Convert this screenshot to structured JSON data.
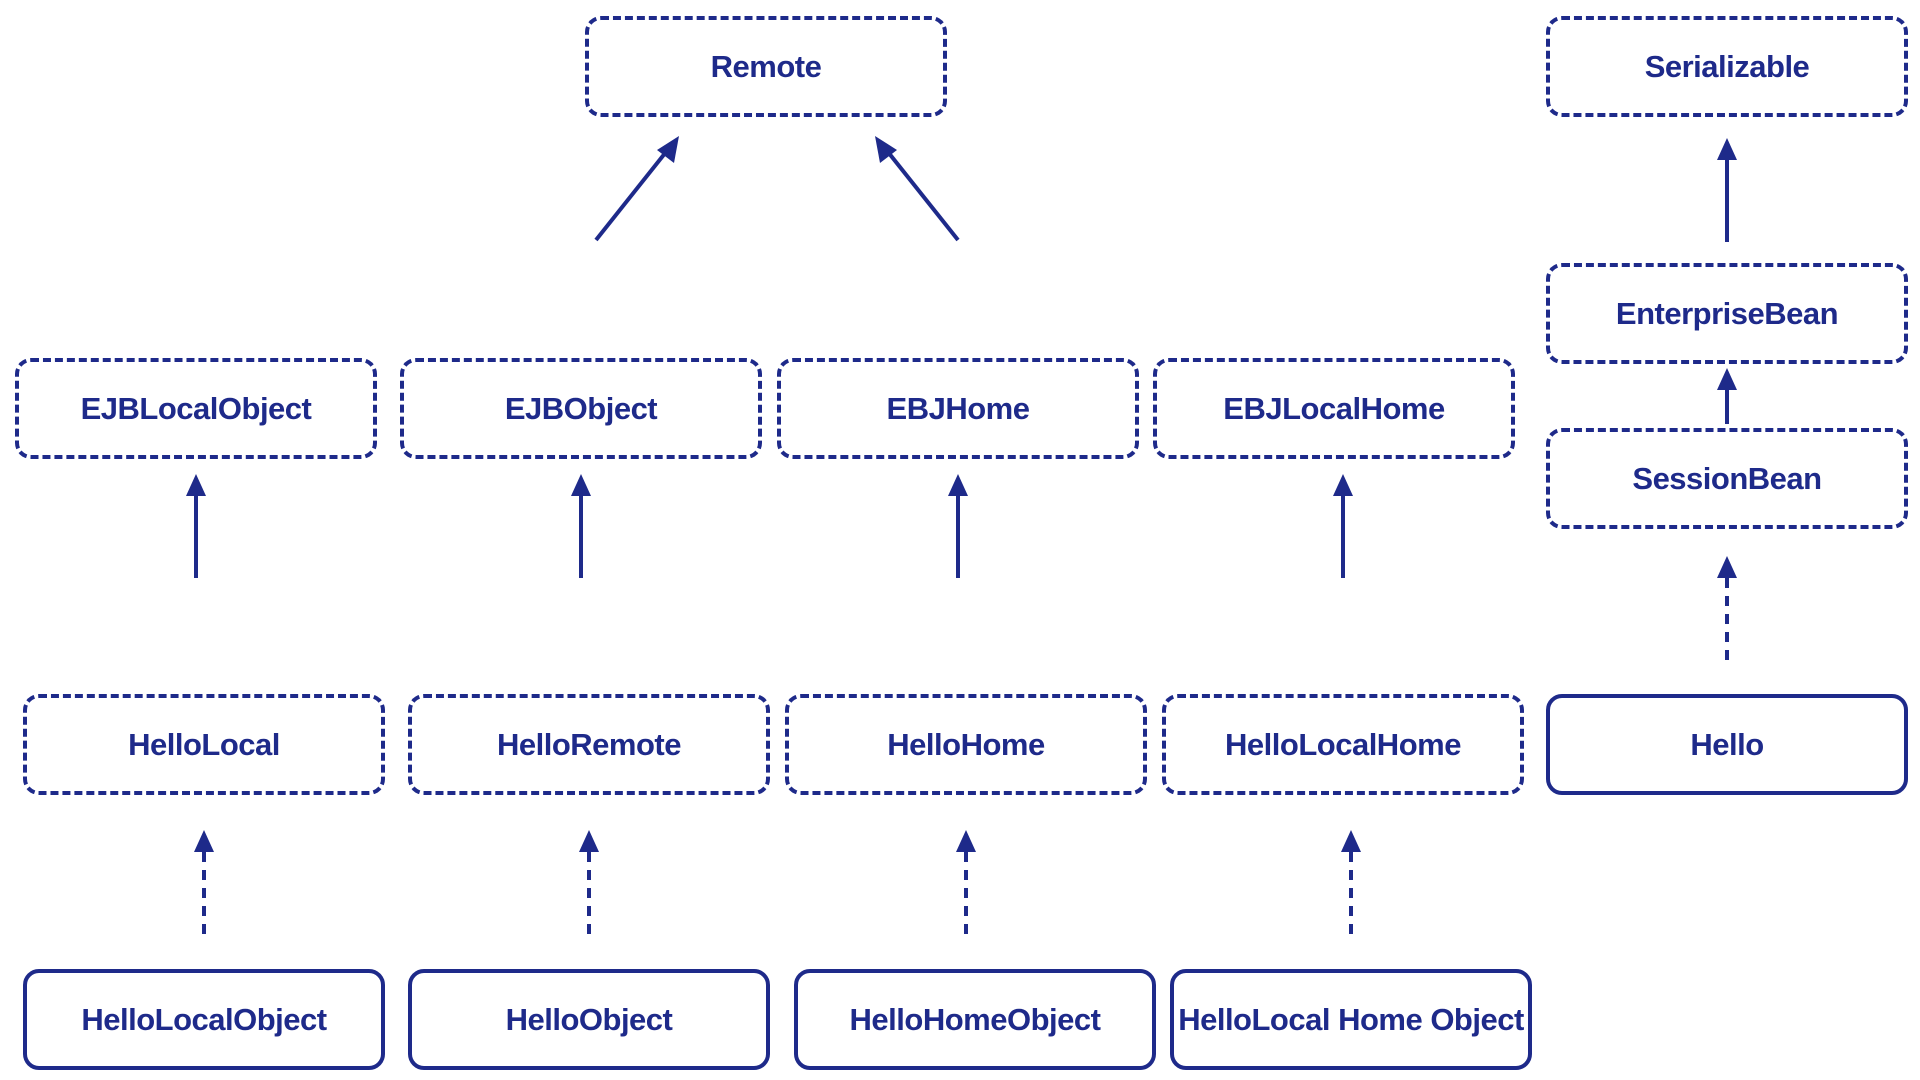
{
  "colors": {
    "line": "#1e2a8a",
    "text": "#1e2a8a",
    "background": "#ffffff"
  },
  "nodes": {
    "remote": "Remote",
    "serializable": "Serializable",
    "enterprise_bean": "EnterpriseBean",
    "session_bean": "SessionBean",
    "ejb_local_object": "EJBLocalObject",
    "ejb_object": "EJBObject",
    "ebj_home": "EBJHome",
    "ebj_local_home": "EBJLocalHome",
    "hello_local": "HelloLocal",
    "hello_remote": "HelloRemote",
    "hello_home": "HelloHome",
    "hello_local_home": "HelloLocalHome",
    "hello": "Hello",
    "hello_local_object": "HelloLocalObject",
    "hello_object": "HelloObject",
    "hello_home_object": "HelloHomeObject",
    "hello_local_home_object": "HelloLocal Home Object"
  },
  "edges": [
    {
      "from": "ejb_object",
      "to": "remote",
      "style": "solid"
    },
    {
      "from": "ebj_home",
      "to": "remote",
      "style": "solid"
    },
    {
      "from": "enterprise_bean",
      "to": "serializable",
      "style": "solid"
    },
    {
      "from": "session_bean",
      "to": "enterprise_bean",
      "style": "solid"
    },
    {
      "from": "hello",
      "to": "session_bean",
      "style": "dashed"
    },
    {
      "from": "hello_local",
      "to": "ejb_local_object",
      "style": "solid"
    },
    {
      "from": "hello_remote",
      "to": "ejb_object",
      "style": "solid"
    },
    {
      "from": "hello_home",
      "to": "ebj_home",
      "style": "solid"
    },
    {
      "from": "hello_local_home",
      "to": "ebj_local_home",
      "style": "solid"
    },
    {
      "from": "hello_local_object",
      "to": "hello_local",
      "style": "dashed"
    },
    {
      "from": "hello_object",
      "to": "hello_remote",
      "style": "dashed"
    },
    {
      "from": "hello_home_object",
      "to": "hello_home",
      "style": "dashed"
    },
    {
      "from": "hello_local_home_object",
      "to": "hello_local_home",
      "style": "dashed"
    }
  ]
}
